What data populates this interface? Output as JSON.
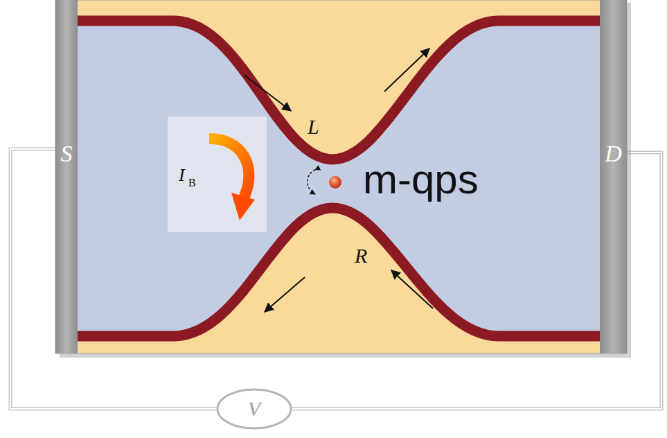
{
  "diagram": {
    "nodes": [
      {
        "text": [
          "S"
        ]
      },
      {
        "text": [
          "D"
        ]
      },
      {
        "text": [
          "V"
        ]
      }
    ],
    "edges": [
      {
        "from": 0,
        "to": 2,
        "arrow": "none"
      },
      {
        "from": 2,
        "to": 1,
        "arrow": "none"
      }
    ],
    "labels": [
      "L",
      "R",
      "I",
      "B",
      "m-qps"
    ]
  }
}
